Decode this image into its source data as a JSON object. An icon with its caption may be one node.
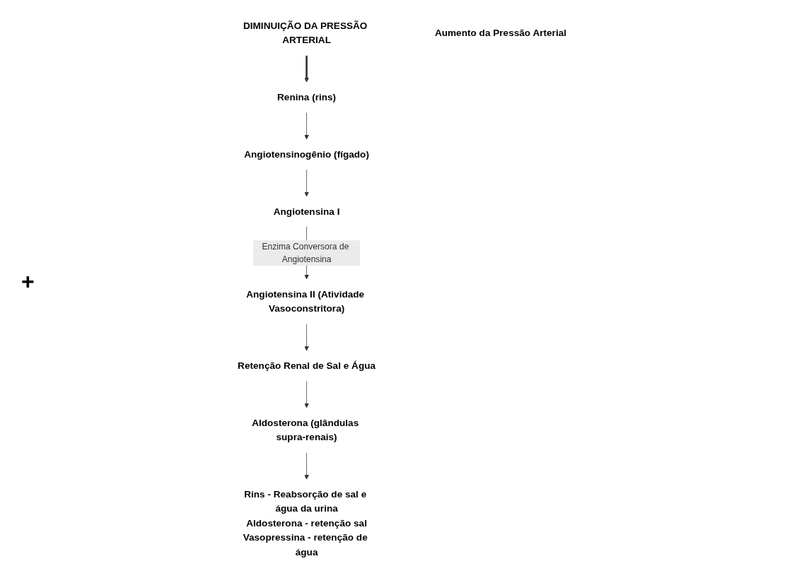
{
  "diagram": {
    "nodes": [
      {
        "text": [
          "DIMINUIÇÃO DA PRESSÃO ARTERIAL"
        ]
      },
      {
        "text": [
          "Renina (rins)"
        ]
      },
      {
        "text": [
          "Angiotensinogênio (fígado)"
        ]
      },
      {
        "text": [
          "Angiotensina I"
        ]
      },
      {
        "text": [
          "Angiotensina II (Atividade Vasoconstritora)"
        ]
      },
      {
        "text": [
          "Retenção Renal de Sal e Água"
        ]
      },
      {
        "text": [
          "Aumento da Pressão Arterial"
        ]
      },
      {
        "text": [
          "Aldosterona (glândulas supra-renais)"
        ]
      },
      {
        "text": [
          "Rins - Reabsorção de sal e água da urina",
          "Aldosterona - retenção sal",
          "Vasopressina - retenção de água"
        ]
      }
    ],
    "edges": [
      {
        "from": 0,
        "to": 1,
        "arrow": "to",
        "style": "thick"
      },
      {
        "from": 1,
        "to": 2,
        "arrow": "to"
      },
      {
        "from": 2,
        "to": 3,
        "arrow": "to"
      },
      {
        "from": 3,
        "to": 4,
        "arrow": "to",
        "label": "Enzima Conversora de Angiotensina"
      },
      {
        "from": 4,
        "to": 5,
        "arrow": "to"
      },
      {
        "from": 5,
        "to": 7,
        "arrow": "to"
      },
      {
        "from": 7,
        "to": 8,
        "arrow": "to"
      }
    ],
    "labels": [
      "+"
    ]
  }
}
